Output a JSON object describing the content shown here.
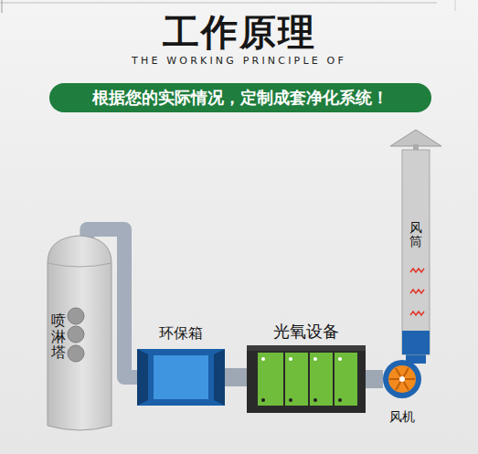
{
  "diagram": {
    "title": "工作原理",
    "nodes": [
      {
        "text": [
          "根据您的实际情况，定制成套净化系统！"
        ]
      },
      {
        "text": [
          "喷淋塔"
        ]
      },
      {
        "text": [
          "环保箱"
        ]
      },
      {
        "text": [
          "光氧设备"
        ]
      },
      {
        "text": [
          "风机"
        ]
      },
      {
        "text": [
          "风筒"
        ]
      }
    ],
    "edges": [
      {
        "from": 1,
        "to": 2,
        "arrow": "none"
      },
      {
        "from": 2,
        "to": 3,
        "arrow": "none"
      },
      {
        "from": 3,
        "to": 4,
        "arrow": "none"
      },
      {
        "from": 4,
        "to": 5,
        "arrow": "none"
      }
    ],
    "labels": [
      "THE WORKING PRINCIPLE OF"
    ]
  }
}
